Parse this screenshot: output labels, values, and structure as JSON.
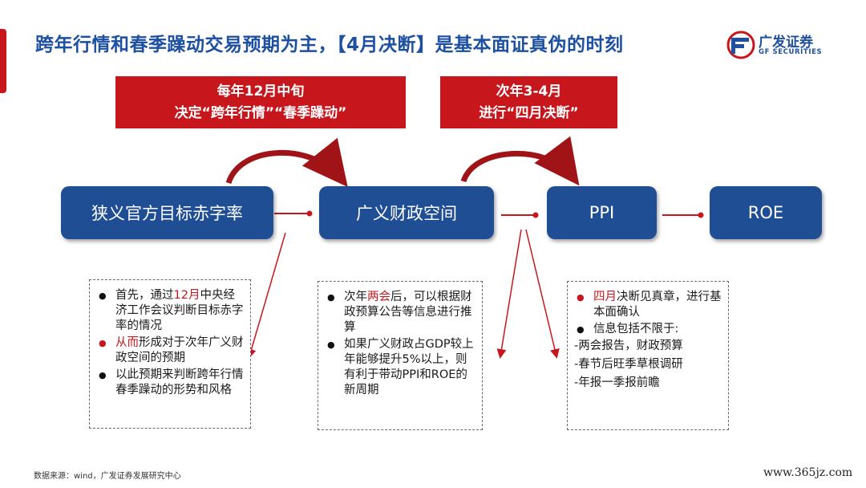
{
  "title": "跨年行情和春季躁动交易预期为主，【4月决断】是基本面证真伪的时刻",
  "logo": {
    "cn": "广发证券",
    "en": "GF SECURITIES"
  },
  "red_boxes": [
    {
      "line1": "每年12月中旬",
      "line2": "决定“跨年行情”“春季躁动”"
    },
    {
      "line1": "次年3-4月",
      "line2": "进行“四月决断”"
    }
  ],
  "flow": [
    "狭义官方目标赤字率",
    "广义财政空间",
    "PPI",
    "ROE"
  ],
  "note1": {
    "b1_pre": "首先，通过",
    "b1_red": "12月",
    "b1_post": "中央经济工作会议判断目标赤字率的情况",
    "b2_red": "从而",
    "b2_post": "形成对于次年广义财政空间的预期",
    "b3": "以此预期来判断跨年行情春季躁动的形势和风格"
  },
  "note2": {
    "b1_pre": "次年",
    "b1_red": "两会",
    "b1_post": "后，可以根据财政预算公告等信息进行推算",
    "b2": "如果广义财政占GDP较上年能够提升5%以上，则有利于带动PPI和ROE的新周期"
  },
  "note3": {
    "b1_red": "四月",
    "b1_post": "决断见真章，进行基本面确认",
    "b2": "信息包括不限于:",
    "l1": "-两会报告，财政预算",
    "l2": "-春节后旺季草根调研",
    "l3": "-年报一季报前瞻"
  },
  "source": "数据来源：wind，广发证券发展研究中心",
  "watermark": "www.365jz.com",
  "colors": {
    "brand_blue": "#1e50a2",
    "box_blue": "#1f4e95",
    "accent_red": "#c8161d"
  }
}
